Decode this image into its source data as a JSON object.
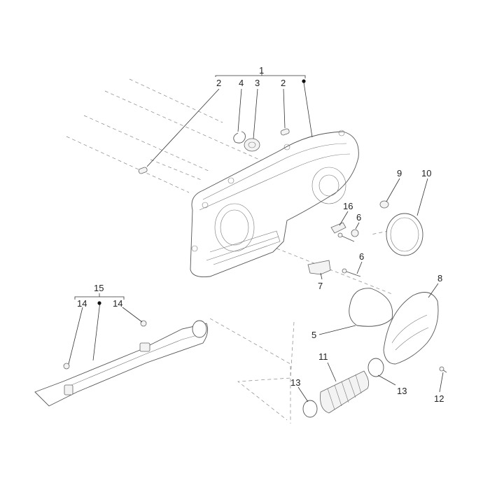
{
  "diagram": {
    "callouts": [
      {
        "id": "c1",
        "text": "1"
      },
      {
        "id": "c2a",
        "text": "2"
      },
      {
        "id": "c4",
        "text": "4"
      },
      {
        "id": "c3",
        "text": "3"
      },
      {
        "id": "c2b",
        "text": "2"
      },
      {
        "id": "c9",
        "text": "9"
      },
      {
        "id": "c10",
        "text": "10"
      },
      {
        "id": "c16",
        "text": "16"
      },
      {
        "id": "c6a",
        "text": "6"
      },
      {
        "id": "c6b",
        "text": "6"
      },
      {
        "id": "c7",
        "text": "7"
      },
      {
        "id": "c8",
        "text": "8"
      },
      {
        "id": "c5",
        "text": "5"
      },
      {
        "id": "c15",
        "text": "15"
      },
      {
        "id": "c14a",
        "text": "14"
      },
      {
        "id": "c14b",
        "text": "14"
      },
      {
        "id": "c11",
        "text": "11"
      },
      {
        "id": "c13a",
        "text": "13"
      },
      {
        "id": "c13b",
        "text": "13"
      },
      {
        "id": "c12",
        "text": "12"
      }
    ]
  }
}
